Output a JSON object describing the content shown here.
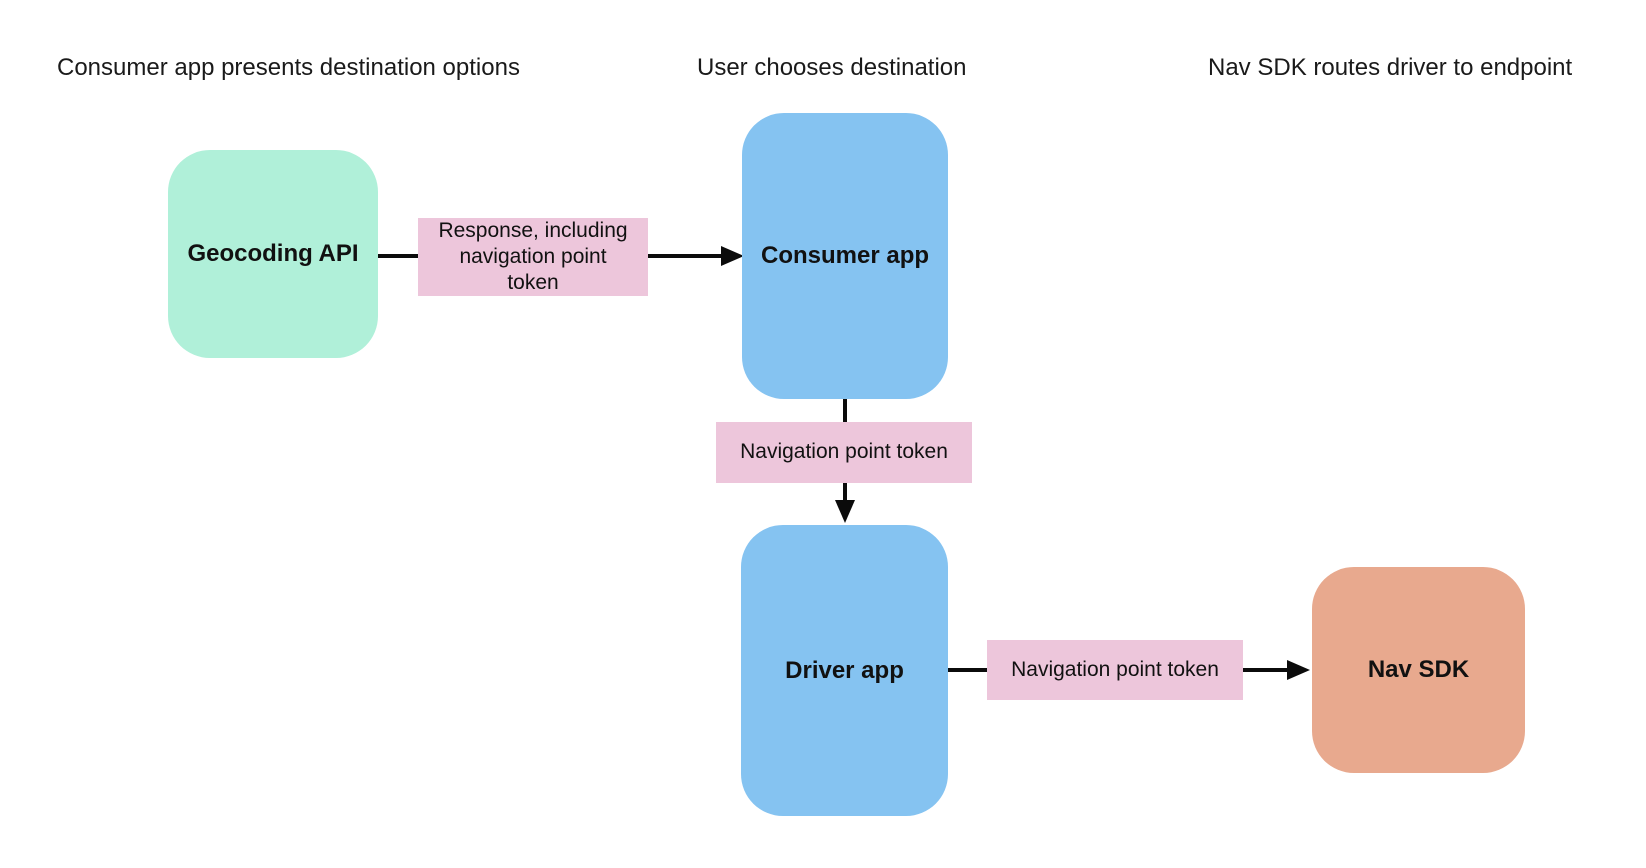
{
  "diagram": {
    "headers": [
      "Consumer app presents destination options",
      "User chooses destination",
      "Nav SDK routes driver to endpoint"
    ],
    "nodes": [
      {
        "id": "geocoding-api",
        "label": "Geocoding API",
        "color": "#b0f0d9"
      },
      {
        "id": "consumer-app",
        "label": "Consumer app",
        "color": "#85c3f1"
      },
      {
        "id": "driver-app",
        "label": "Driver app",
        "color": "#85c3f1"
      },
      {
        "id": "nav-sdk",
        "label": "Nav SDK",
        "color": "#e8a98e"
      }
    ],
    "edges": [
      {
        "from": "geocoding-api",
        "to": "consumer-app",
        "label": "Response, including navigation point token",
        "color": "#edc6db"
      },
      {
        "from": "consumer-app",
        "to": "driver-app",
        "label": "Navigation point token",
        "color": "#edc6db"
      },
      {
        "from": "driver-app",
        "to": "nav-sdk",
        "label": "Navigation point token",
        "color": "#edc6db"
      }
    ],
    "arrow_color": "#0b0b0b",
    "background_color": "#ffffff"
  }
}
